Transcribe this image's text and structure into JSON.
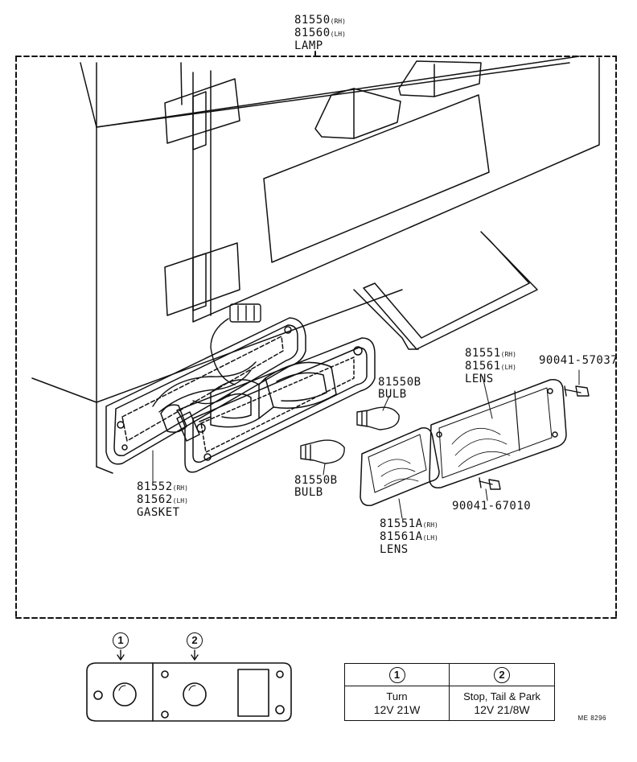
{
  "labels": {
    "lamp": {
      "rh": "81550",
      "rh_suffix": "(RH)",
      "lh": "81560",
      "lh_suffix": "(LH)",
      "name": "LAMP"
    },
    "lens_outer": {
      "rh": "81551",
      "rh_suffix": "(RH)",
      "lh": "81561",
      "lh_suffix": "(LH)",
      "name": "LENS"
    },
    "screw_upper": "90041-57037",
    "screw_lower": "90041-67010",
    "bulb_upper": {
      "part": "81550B",
      "name": "BULB"
    },
    "bulb_lower": {
      "part": "81550B",
      "name": "BULB"
    },
    "gasket": {
      "rh": "81552",
      "rh_suffix": "(RH)",
      "lh": "81562",
      "lh_suffix": "(LH)",
      "name": "GASKET"
    },
    "lens_inner": {
      "rh": "81551A",
      "rh_suffix": "(RH)",
      "lh": "81561A",
      "lh_suffix": "(LH)",
      "name": "LENS"
    }
  },
  "lamp_markers": [
    "1",
    "2"
  ],
  "legend": {
    "columns": [
      {
        "num": "1",
        "function": "Turn",
        "rating": "12V 21W"
      },
      {
        "num": "2",
        "function": "Stop, Tail & Park",
        "rating": "12V 21/8W"
      }
    ]
  },
  "drawing_code": "ME 8296"
}
